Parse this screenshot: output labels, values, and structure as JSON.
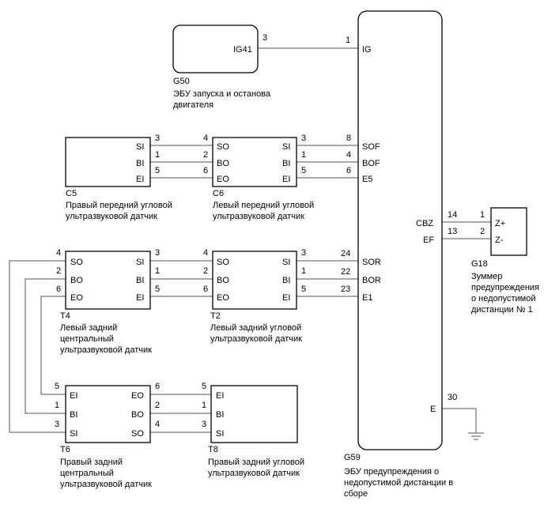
{
  "components": {
    "g50": {
      "id": "G50",
      "caption": [
        "ЭБУ запуска и останова",
        "двигателя"
      ],
      "pin_name": "IG41",
      "pin_no": "3"
    },
    "g59": {
      "id": "G59",
      "caption": [
        "ЭБУ предупреждения о",
        "недопустимой дистанции в",
        "сборе"
      ],
      "pins": [
        {
          "name": "IG",
          "no": "1"
        },
        {
          "name": "SOF",
          "no": "8"
        },
        {
          "name": "BOF",
          "no": "4"
        },
        {
          "name": "E5",
          "no": "6"
        },
        {
          "name": "CBZ",
          "no": "14"
        },
        {
          "name": "EF",
          "no": "13"
        },
        {
          "name": "SOR",
          "no": "24"
        },
        {
          "name": "BOR",
          "no": "22"
        },
        {
          "name": "E1",
          "no": "23"
        },
        {
          "name": "E",
          "no": "30"
        }
      ]
    },
    "c5": {
      "id": "C5",
      "caption": [
        "Правый передний угловой",
        "ультразвуковой датчик"
      ],
      "pins": [
        {
          "name": "SI",
          "no": "3"
        },
        {
          "name": "BI",
          "no": "1"
        },
        {
          "name": "EI",
          "no": "5"
        }
      ]
    },
    "c6": {
      "id": "C6",
      "caption": [
        "Левый передний угловой",
        "ультразвуковой датчик"
      ],
      "left_pins": [
        {
          "name": "SO",
          "no": "4"
        },
        {
          "name": "BO",
          "no": "2"
        },
        {
          "name": "EO",
          "no": "6"
        }
      ],
      "right_pins": [
        {
          "name": "SI",
          "no": "3"
        },
        {
          "name": "BI",
          "no": "1"
        },
        {
          "name": "EI",
          "no": "5"
        }
      ]
    },
    "t4": {
      "id": "T4",
      "caption": [
        "Левый задний",
        "центральный",
        "ультразвуковой датчик"
      ],
      "left_pins": [
        {
          "name": "SO",
          "no": "4"
        },
        {
          "name": "BO",
          "no": "2"
        },
        {
          "name": "EO",
          "no": "6"
        }
      ],
      "right_pins": [
        {
          "name": "SI",
          "no": "3"
        },
        {
          "name": "BI",
          "no": "1"
        },
        {
          "name": "EI",
          "no": "5"
        }
      ]
    },
    "t2": {
      "id": "T2",
      "caption": [
        "Левый задний угловой",
        "ультразвуковой датчик"
      ],
      "left_pins": [
        {
          "name": "SO",
          "no": "4"
        },
        {
          "name": "BO",
          "no": "2"
        },
        {
          "name": "EO",
          "no": "6"
        }
      ],
      "right_pins": [
        {
          "name": "SI",
          "no": "3"
        },
        {
          "name": "BI",
          "no": "1"
        },
        {
          "name": "EI",
          "no": "5"
        }
      ]
    },
    "t6": {
      "id": "T6",
      "caption": [
        "Правый задний",
        "центральный",
        "ультразвуковой датчик"
      ],
      "left_pins": [
        {
          "name": "EI",
          "no": "5"
        },
        {
          "name": "BI",
          "no": "1"
        },
        {
          "name": "SI",
          "no": "3"
        }
      ],
      "right_pins": [
        {
          "name": "EO",
          "no": "6"
        },
        {
          "name": "BO",
          "no": "2"
        },
        {
          "name": "SO",
          "no": "4"
        }
      ]
    },
    "t8": {
      "id": "T8",
      "caption": [
        "Правый задний угловой",
        "ультразвуковой датчик"
      ],
      "pins": [
        {
          "name": "EI",
          "no": "5"
        },
        {
          "name": "BI",
          "no": "1"
        },
        {
          "name": "SI",
          "no": "3"
        }
      ]
    },
    "g18": {
      "id": "G18",
      "caption": [
        "Зуммер",
        "предупреждения",
        "о недопустимой",
        "дистанции № 1"
      ],
      "pins": [
        {
          "name": "Z+",
          "no": "1"
        },
        {
          "name": "Z-",
          "no": "2"
        }
      ]
    }
  }
}
